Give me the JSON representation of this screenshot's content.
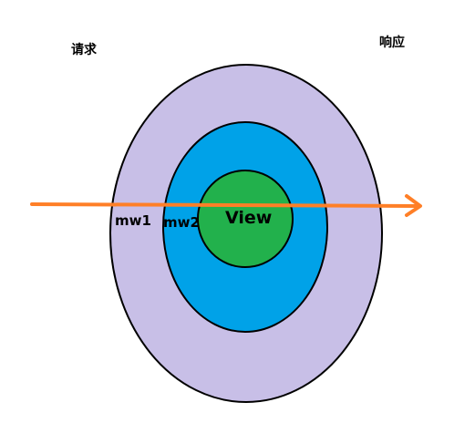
{
  "labels": {
    "request": "请求",
    "response": "响应",
    "mw1": "mw1",
    "mw2": "mw2",
    "view": "View"
  },
  "colors": {
    "outer_ring": "#c8bfe7",
    "middle_ring": "#00a2e8",
    "inner_core": "#22b14c",
    "arrow": "#ff7f27",
    "outline": "#000000",
    "background": "#ffffff"
  }
}
